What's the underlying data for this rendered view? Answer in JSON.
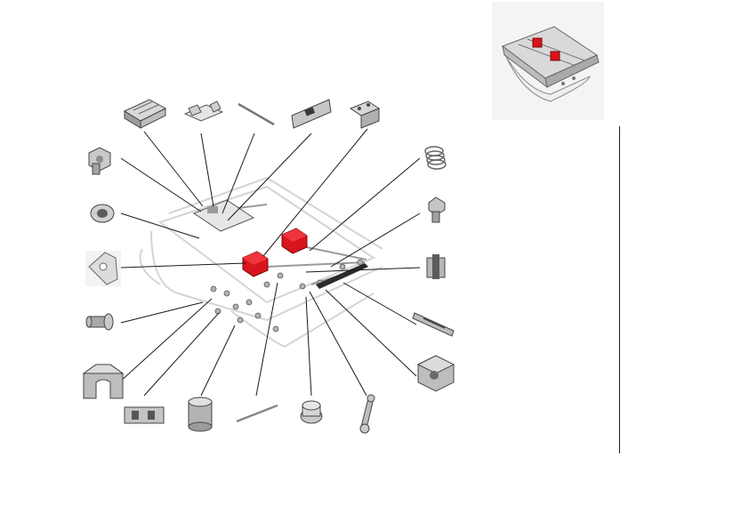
{
  "colors": {
    "accent_part": "#d8141c",
    "part_grey": "#8f8f8f",
    "part_light": "#dcdcdc",
    "leader_line": "#1a1a1a",
    "thumbnail_bg": "#f4f4f4",
    "assembly_outline": "#d7d7d7"
  },
  "diagram": {
    "kind": "exploded-view",
    "overview_thumbnail": true,
    "parts": [
      {
        "name": "slotted-bracket-plate",
        "group": "top-row"
      },
      {
        "name": "bent-clip-plate",
        "group": "top-row"
      },
      {
        "name": "thin-rod",
        "group": "top-row"
      },
      {
        "name": "slotted-mounting-plate",
        "group": "top-row"
      },
      {
        "name": "angle-bracket",
        "group": "top-row"
      },
      {
        "name": "shoulder-bolt",
        "group": "left-column"
      },
      {
        "name": "flanged-bushing",
        "group": "left-column"
      },
      {
        "name": "curved-cam-plate",
        "group": "left-column"
      },
      {
        "name": "stepped-pin",
        "group": "left-column"
      },
      {
        "name": "u-clamp-block",
        "group": "left-column"
      },
      {
        "name": "compression-spring",
        "group": "right-column"
      },
      {
        "name": "flanged-screw",
        "group": "right-column"
      },
      {
        "name": "slotted-block",
        "group": "right-column"
      },
      {
        "name": "slotted-link-bar",
        "group": "right-column"
      },
      {
        "name": "clevis-block",
        "group": "right-column"
      },
      {
        "name": "latch-block",
        "group": "bottom-row"
      },
      {
        "name": "sleeve-tube",
        "group": "bottom-row"
      },
      {
        "name": "long-pin",
        "group": "bottom-row"
      },
      {
        "name": "flanged-collar",
        "group": "bottom-row"
      },
      {
        "name": "connecting-link",
        "group": "bottom-row"
      }
    ]
  }
}
